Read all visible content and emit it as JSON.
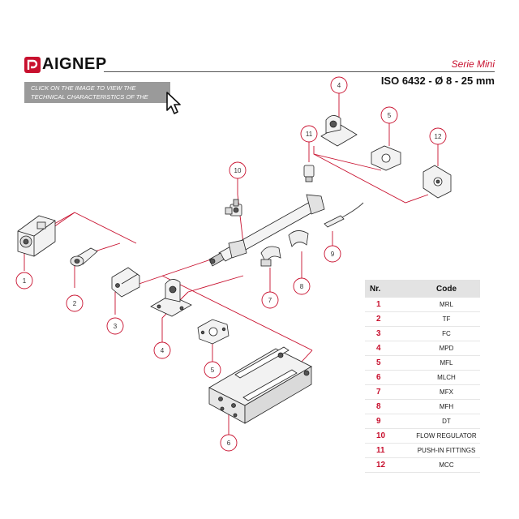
{
  "brand": {
    "name": "AIGNEP",
    "logo": "aignep-logo-icon"
  },
  "header": {
    "series": "Serie Mini",
    "spec": "ISO 6432 - Ø 8 - 25 mm"
  },
  "banner": {
    "text": "CLICK ON THE IMAGE TO VIEW THE TECHNICAL CHARACTERISTICS OF THE PRODUCT"
  },
  "colors": {
    "accent": "#c8102e",
    "banner": "#9a9a9a",
    "header_bg": "#e3e3e3"
  },
  "callouts": [
    "1",
    "2",
    "3",
    "4",
    "4",
    "5",
    "5",
    "6",
    "7",
    "8",
    "9",
    "10",
    "11",
    "12"
  ],
  "table": {
    "headers": {
      "nr": "Nr.",
      "code": "Code"
    },
    "rows": [
      {
        "nr": "1",
        "code": "MRL"
      },
      {
        "nr": "2",
        "code": "TF"
      },
      {
        "nr": "3",
        "code": "FC"
      },
      {
        "nr": "4",
        "code": "MPD"
      },
      {
        "nr": "5",
        "code": "MFL"
      },
      {
        "nr": "6",
        "code": "MLCH"
      },
      {
        "nr": "7",
        "code": "MFX"
      },
      {
        "nr": "8",
        "code": "MFH"
      },
      {
        "nr": "9",
        "code": "DT"
      },
      {
        "nr": "10",
        "code": "FLOW REGULATOR"
      },
      {
        "nr": "11",
        "code": "PUSH-IN FITTINGS"
      },
      {
        "nr": "12",
        "code": "MCC"
      }
    ]
  }
}
